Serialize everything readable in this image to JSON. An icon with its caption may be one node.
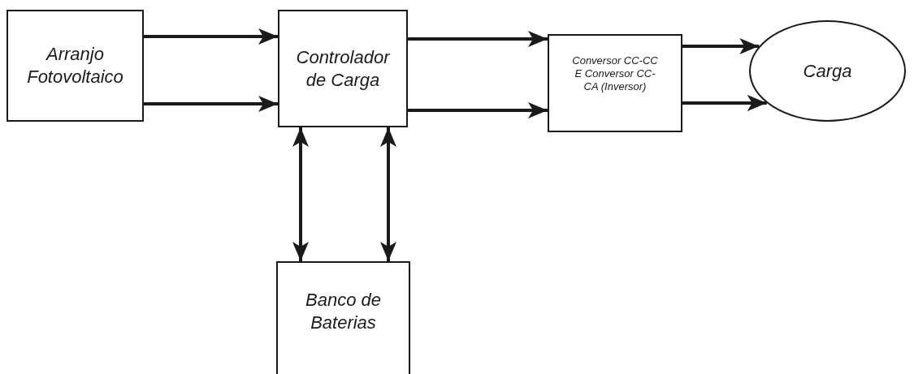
{
  "diagram": {
    "nodes": [
      {
        "text": [
          "Arranjo Fotovoltaico"
        ]
      },
      {
        "text": [
          "Controlador de Carga"
        ]
      },
      {
        "text": [
          "Conversor CC-CC E Conversor CC-CA (Inversor)"
        ]
      },
      {
        "text": [
          "Carga"
        ]
      },
      {
        "text": [
          "Banco de Baterias"
        ]
      }
    ],
    "edges": [
      {
        "from": 0,
        "to": 1,
        "arrow": "to"
      },
      {
        "from": 0,
        "to": 1,
        "arrow": "to"
      },
      {
        "from": 1,
        "to": 2,
        "arrow": "to"
      },
      {
        "from": 1,
        "to": 2,
        "arrow": "to"
      },
      {
        "from": 2,
        "to": 3,
        "arrow": "to"
      },
      {
        "from": 2,
        "to": 3,
        "arrow": "to"
      },
      {
        "from": 1,
        "to": 4,
        "arrow": "both"
      },
      {
        "from": 1,
        "to": 4,
        "arrow": "both"
      }
    ]
  }
}
